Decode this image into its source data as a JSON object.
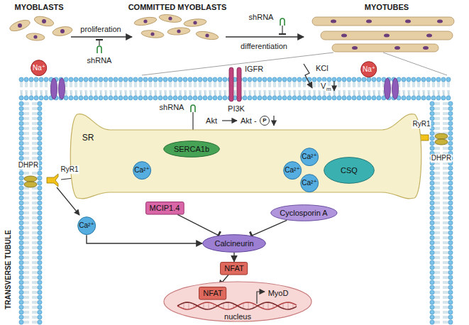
{
  "diagram": {
    "nodes": [
      {
        "text": [
          "Na⁺"
        ]
      },
      {
        "text": [
          "Na⁺"
        ]
      },
      {
        "text": [
          "SR"
        ]
      },
      {
        "text": [
          "SERCA1b"
        ],
        "in": 2
      },
      {
        "text": [
          "Ca²⁺"
        ],
        "in": 2
      },
      {
        "text": [
          "Ca²⁺"
        ],
        "in": 2
      },
      {
        "text": [
          "Ca²⁺"
        ],
        "in": 2
      },
      {
        "text": [
          "Ca²⁺"
        ],
        "in": 2
      },
      {
        "text": [
          "CSQ"
        ],
        "in": 2
      },
      {
        "text": [
          "Ca²⁺"
        ]
      },
      {
        "text": [
          "MCIP1.4"
        ]
      },
      {
        "text": [
          "Cyclosporin A"
        ]
      },
      {
        "text": [
          "Calcineurin"
        ]
      },
      {
        "text": [
          "NFAT"
        ]
      },
      {
        "text": [
          "MyoD",
          "nucleus"
        ]
      },
      {
        "text": [
          "NFAT"
        ],
        "in": 14
      }
    ],
    "edges": [
      {
        "from": 3,
        "to": 5,
        "arrow": "to"
      },
      {
        "from": 9,
        "to": 12,
        "arrow": "to"
      },
      {
        "from": 10,
        "to": 12,
        "arrow": "to"
      },
      {
        "from": 11,
        "to": 12,
        "arrow": "to"
      },
      {
        "from": 12,
        "to": 13,
        "arrow": "to"
      },
      {
        "from": 13,
        "to": 15,
        "arrow": "to"
      }
    ],
    "labels": [
      "MYOBLASTS",
      "COMMITTED MYOBLASTS",
      "MYOTUBES",
      "proliferation",
      "shRNA",
      "shRNA",
      "differentiation",
      "IGFR",
      "KCl",
      "V",
      "m",
      "PI3K",
      "Akt",
      "Akt -",
      "P",
      "shRNA",
      "DHPR",
      "RyR1",
      "RyR1",
      "DHPR",
      "TRANSVERSE TUBULE"
    ]
  }
}
